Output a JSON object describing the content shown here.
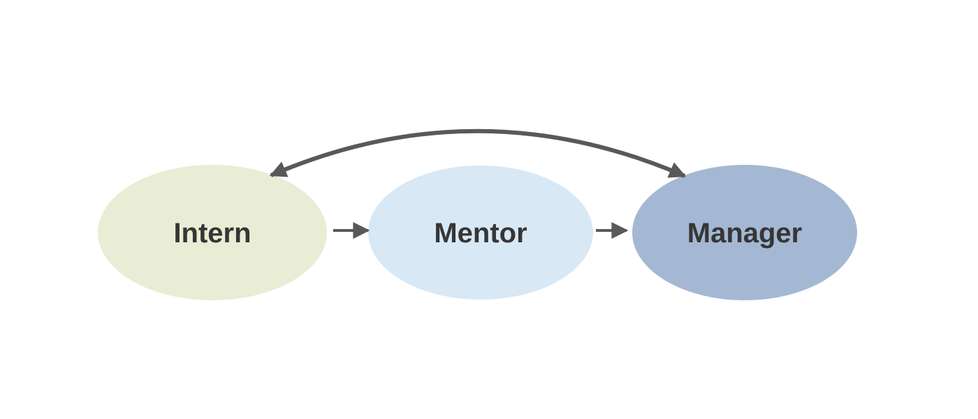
{
  "diagram": {
    "background": "#ffffff",
    "text_color": "#363636",
    "connector_color": "#595959",
    "nodes": [
      {
        "label": "Intern",
        "fill": "#e9edd5"
      },
      {
        "label": "Mentor",
        "fill": "#d8e8f5"
      },
      {
        "label": "Manager",
        "fill": "#a4b8d3"
      }
    ],
    "connections": [
      {
        "from": "Intern",
        "to": "Mentor",
        "type": "arrow"
      },
      {
        "from": "Mentor",
        "to": "Manager",
        "type": "arrow"
      },
      {
        "from": "Intern",
        "to": "Manager",
        "type": "curved-double-arrow"
      }
    ]
  }
}
